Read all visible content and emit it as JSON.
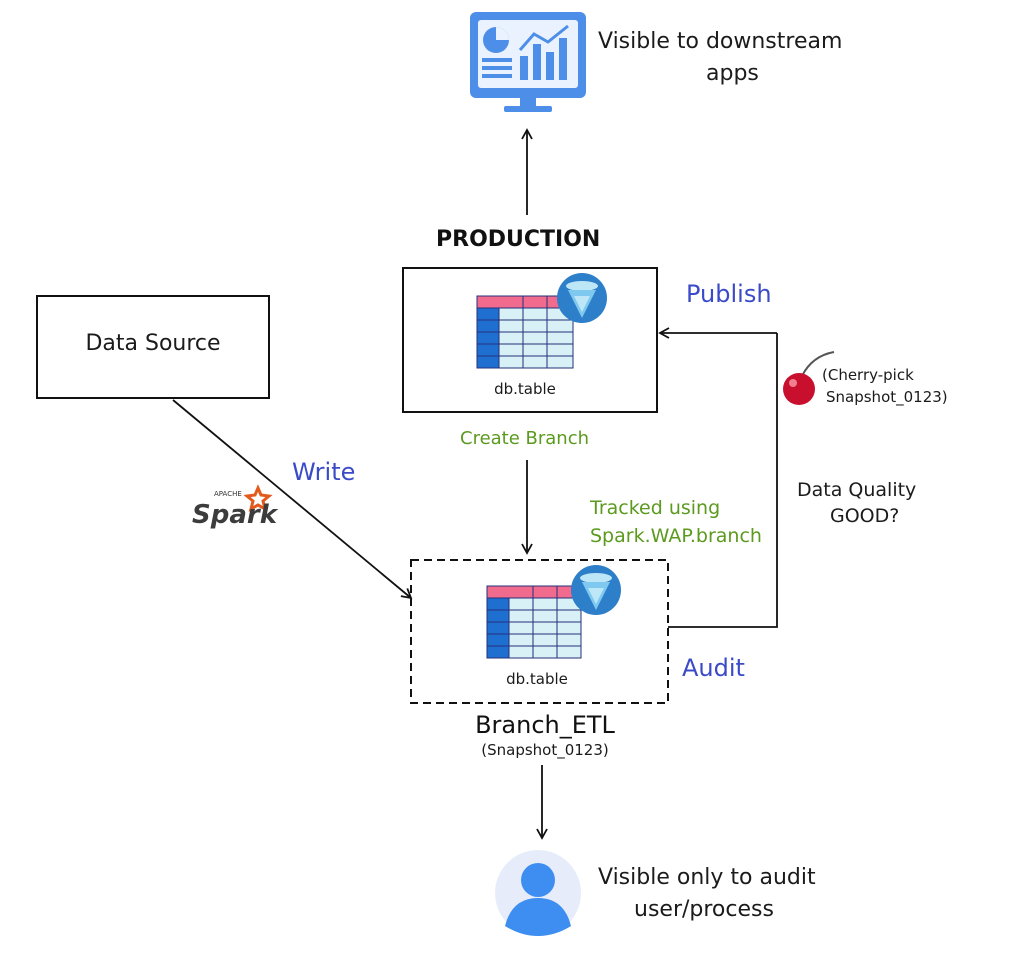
{
  "labels": {
    "visible_downstream": "Visible to downstream\napps",
    "production": "PRODUCTION",
    "data_source": "Data Source",
    "publish": "Publish",
    "cherry_pick": "(Cherry-pick\nSnapshot_0123)",
    "db_table_prod": "db.table",
    "create_branch": "Create Branch",
    "write": "Write",
    "tracked_using": "Tracked using\nSpark.WAP.branch",
    "data_quality": "Data Quality\nGOOD?",
    "db_table_branch": "db.table",
    "audit": "Audit",
    "branch_name": "Branch_ETL",
    "branch_snapshot": "(Snapshot_0123)",
    "visible_audit": "Visible only to audit\nuser/process",
    "spark_apache": "APACHE",
    "spark_logo_text": "Spark"
  },
  "colors": {
    "blue_label": "#3b4bc8",
    "green_label": "#5b9a1e",
    "table_header": "#f06b8e",
    "table_index": "#1f6fd1",
    "table_cell": "#d7f1f7",
    "iceberg_circle": "#2d7fc9",
    "monitor": "#4d8fe8",
    "user_icon": "#3d8ef0",
    "user_bg": "#e7ecfb",
    "cherry": "#c8102e",
    "spark_star": "#e25a1c"
  },
  "icons": [
    "monitor-dashboard-icon",
    "iceberg-icon",
    "table-icon",
    "spark-logo-icon",
    "cherry-icon",
    "user-icon"
  ]
}
